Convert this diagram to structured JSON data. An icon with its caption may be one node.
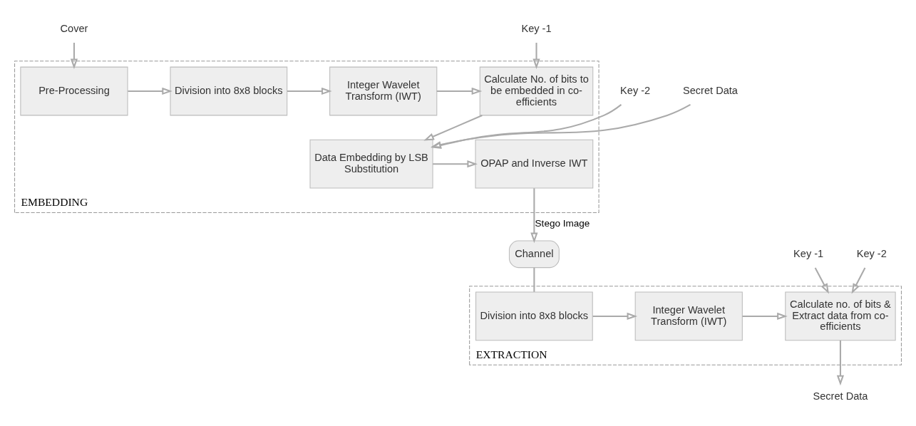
{
  "diagram": {
    "nodes": [
      {
        "text": [
          "Cover"
        ]
      },
      {
        "text": [
          "EMBEDDING"
        ]
      },
      {
        "text": [
          "Pre-Processing"
        ],
        "in": 1
      },
      {
        "text": [
          "Division into 8x8 blocks"
        ],
        "in": 1
      },
      {
        "text": [
          "Integer Wavelet Transform (IWT)"
        ],
        "in": 1
      },
      {
        "text": [
          "Calculate No. of bits to be embedded in co-efficients"
        ],
        "in": 1
      },
      {
        "text": [
          "Key -1"
        ]
      },
      {
        "text": [
          "Key -2"
        ]
      },
      {
        "text": [
          "OPAP and Inverse IWT"
        ],
        "in": 1
      },
      {
        "text": [
          "Data Embedding by LSB Substitution"
        ],
        "in": 1
      },
      {
        "text": [
          "Secret Data"
        ]
      },
      {
        "text": [
          "Channel"
        ]
      },
      {
        "text": [
          "EXTRACTION"
        ]
      },
      {
        "text": [
          "Division into 8x8 blocks"
        ],
        "in": 12
      },
      {
        "text": [
          "Integer Wavelet Transform (IWT)"
        ],
        "in": 12
      },
      {
        "text": [
          "Calculate no. of bits & Extract data from co-efficients"
        ],
        "in": 12
      },
      {
        "text": [
          "Secret Data"
        ]
      },
      {
        "text": [
          "Key -1"
        ]
      },
      {
        "text": [
          "Key -2"
        ]
      }
    ],
    "edges": [
      {
        "from": 0,
        "to": 2,
        "arrow": "to"
      },
      {
        "from": 2,
        "to": 3,
        "arrow": "to"
      },
      {
        "from": 3,
        "to": 4,
        "arrow": "to"
      },
      {
        "from": 4,
        "to": 5,
        "arrow": "to"
      },
      {
        "from": 6,
        "to": 5,
        "arrow": "to"
      },
      {
        "from": 5,
        "to": 9,
        "arrow": "to"
      },
      {
        "from": 7,
        "to": 9,
        "arrow": "to"
      },
      {
        "from": 10,
        "to": 9,
        "arrow": "to"
      },
      {
        "from": 9,
        "to": 8,
        "arrow": "to"
      },
      {
        "from": 8,
        "to": 11,
        "arrow": "to",
        "label": "Stego Image"
      },
      {
        "from": 11,
        "to": 13,
        "arrow": "none"
      },
      {
        "from": 13,
        "to": 14,
        "arrow": "to"
      },
      {
        "from": 14,
        "to": 15,
        "arrow": "to"
      },
      {
        "from": 15,
        "to": 16,
        "arrow": "to"
      },
      {
        "from": 17,
        "to": 15,
        "arrow": "to"
      },
      {
        "from": 18,
        "to": 15,
        "arrow": "to"
      }
    ]
  }
}
